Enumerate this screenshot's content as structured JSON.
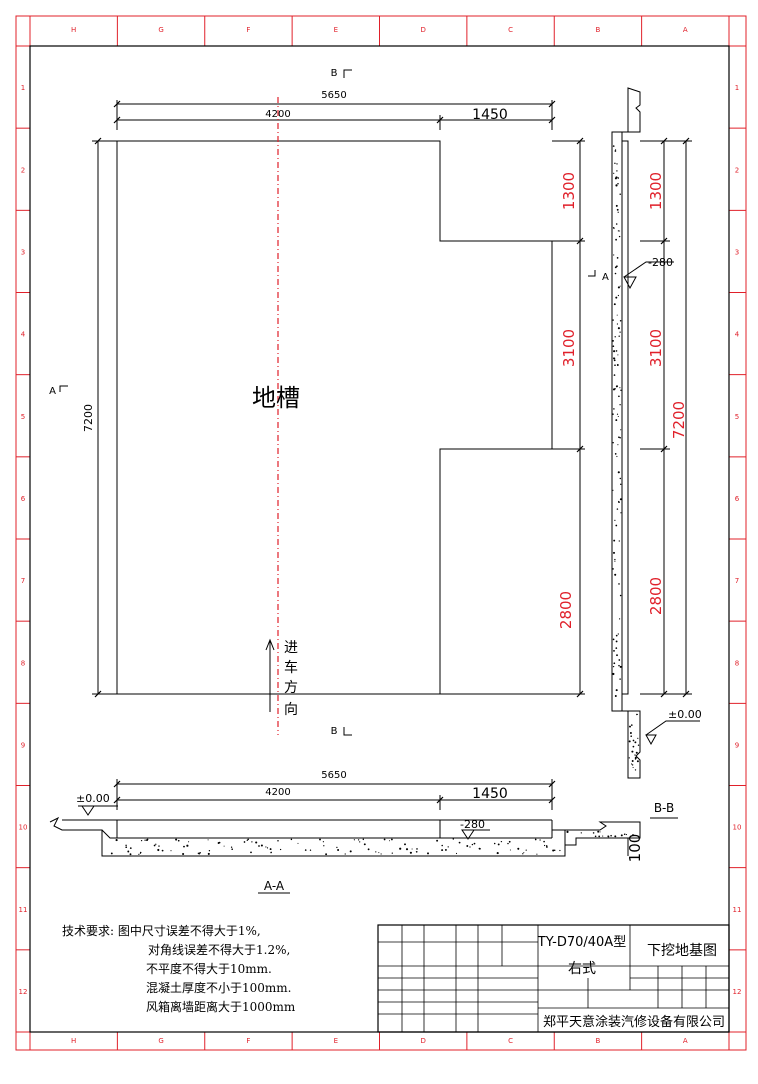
{
  "border": {
    "zone_numbers": [
      "1",
      "2",
      "3",
      "4",
      "5",
      "6",
      "7",
      "8",
      "9",
      "10",
      "11",
      "12"
    ],
    "zone_letters": [
      "H",
      "G",
      "F",
      "E",
      "D",
      "C",
      "B",
      "A"
    ]
  },
  "plan": {
    "pit_label": "地槽",
    "section_mark_a": "A",
    "section_mark_b": "B",
    "direction_chars": [
      "进",
      "车",
      "方",
      "向"
    ],
    "dims": {
      "overall_length": "5650",
      "main_length": "4200",
      "extension_length": "1450",
      "overall_height": "7200",
      "seg_top": "1300",
      "seg_mid": "3100",
      "seg_bottom": "2800"
    }
  },
  "section_bb": {
    "title": "B-B",
    "depth": "-280",
    "level": "±0.00",
    "dims": {
      "seg_top": "1300",
      "seg_mid": "3100",
      "seg_bottom": "2800",
      "overall": "7200"
    }
  },
  "section_aa": {
    "title": "A-A",
    "level": "±0.00",
    "depth": "-280",
    "thickness": "100",
    "dims": {
      "overall_length": "5650",
      "main_length": "4200",
      "extension_length": "1450"
    }
  },
  "notes": {
    "heading": "技术要求:",
    "lines": [
      "图中尺寸误差不得大于1%,",
      "对角线误差不得大于1.2%,",
      "不平度不得大于10mm.",
      "混凝土厚度不小于100mm.",
      "风箱离墙距离大于1000mm"
    ]
  },
  "title_block": {
    "model": "TY-D70/40A型",
    "variant": "右式",
    "drawing_title": "下挖地基图",
    "company": "郑平天意涂装汽修设备有限公司"
  },
  "colors": {
    "frame": "#e0202a",
    "lines": "#000000",
    "dimension_text_red": "#e0202a",
    "centerline": "#e0202a"
  }
}
